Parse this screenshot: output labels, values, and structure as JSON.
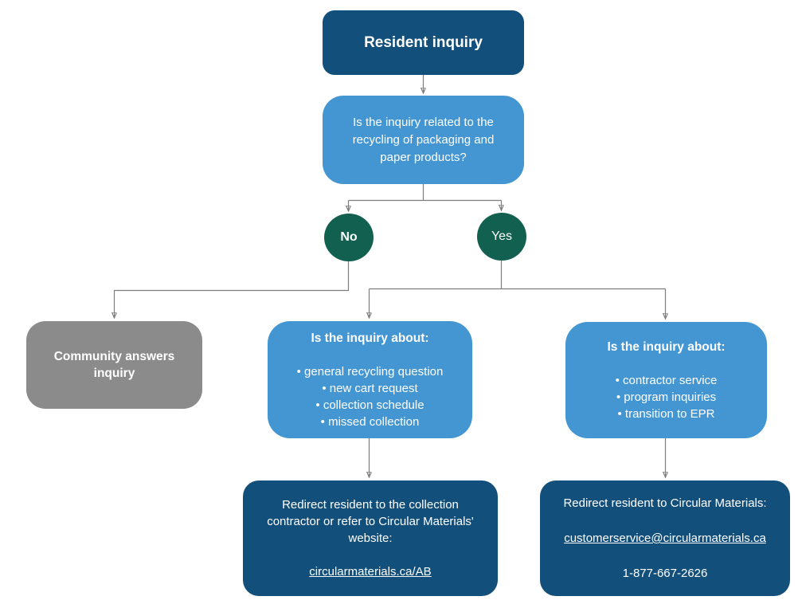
{
  "palette": {
    "bg": "#ffffff",
    "dark_blue": "#134f7b",
    "light_blue": "#4496d2",
    "green": "#12604f",
    "gray": "#8b8b8b",
    "line": "#7d7d7d",
    "arrowhead": "#3f3f3f",
    "text": "#ffffff"
  },
  "nodes": {
    "start": {
      "label": "Resident inquiry"
    },
    "question1": {
      "text": "Is the inquiry related to the recycling of packaging and paper products?"
    },
    "no": {
      "label": "No"
    },
    "yes": {
      "label": "Yes"
    },
    "community": {
      "text": "Community answers inquiry"
    },
    "question2": {
      "title": "Is the inquiry about:",
      "bullets": [
        "• general recycling question",
        "• new cart request",
        "• collection schedule",
        "• missed collection"
      ]
    },
    "question3": {
      "title": "Is the inquiry about:",
      "bullets": [
        "• contractor service",
        "• program inquiries",
        "• transition to EPR"
      ]
    },
    "redirect1": {
      "text": "Redirect resident to the collection contractor or refer to Circular Materials' website:",
      "link": "circularmaterials.ca/AB"
    },
    "redirect2": {
      "text": "Redirect resident to Circular Materials:",
      "link": "customerservice@circularmaterials.ca",
      "phone": "1-877-667-2626"
    }
  }
}
